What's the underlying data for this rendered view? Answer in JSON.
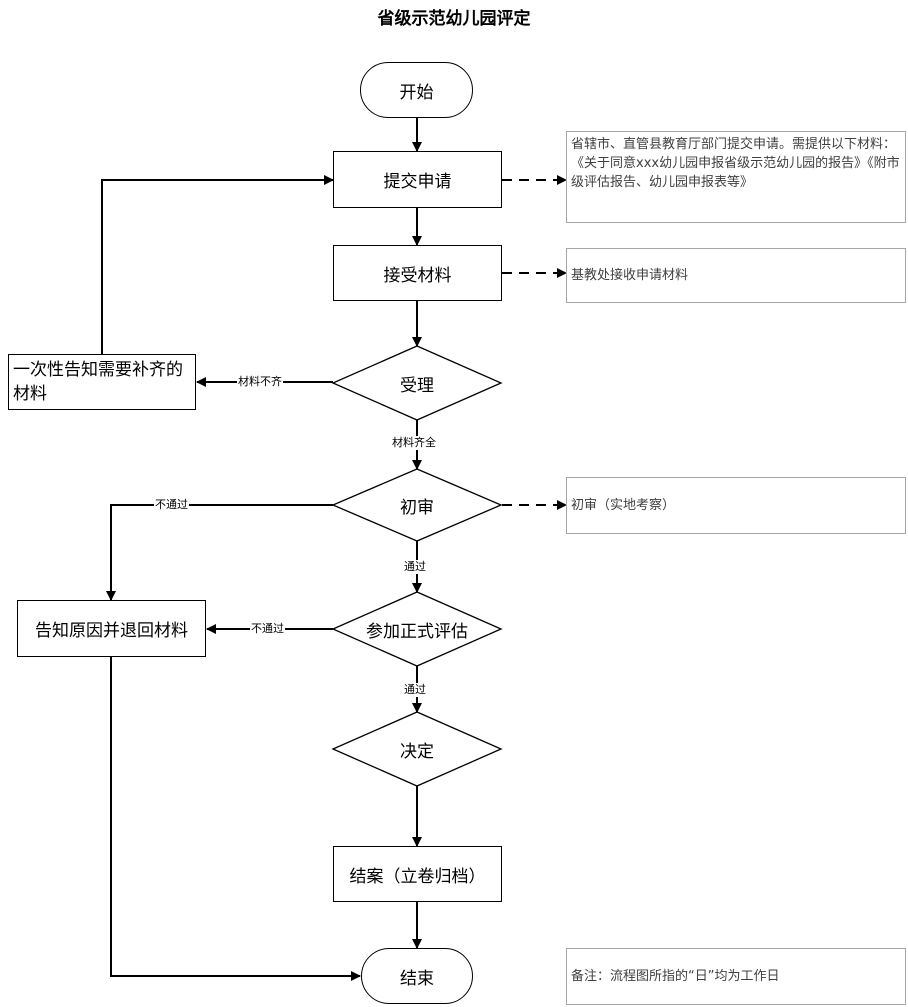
{
  "title": "省级示范幼儿园评定",
  "nodes": {
    "start": "开始",
    "submit": "提交申请",
    "receive": "接受材料",
    "accept": "受理",
    "notify_supplement": "一次性告知需要补齐的材料",
    "prelim": "初审",
    "notify_reason": "告知原因并退回材料",
    "formal_eval": "参加正式评估",
    "decide": "决定",
    "archive": "结案（立卷归档）",
    "end": "结束"
  },
  "notes": {
    "submit": "省辖市、直管县教育厅部门提交申请。需提供以下材料：《关于同意xxx幼儿园申报省级示范幼儿园的报告》《附市级评估报告、幼儿园申报表等》",
    "receive": "基教处接收申请材料",
    "prelim": "初审（实地考察）",
    "remark": "备注：流程图所指的“日”均为工作日"
  },
  "edge_labels": {
    "materials_incomplete": "材料不齐",
    "materials_complete": "材料齐全",
    "prelim_fail": "不通过",
    "prelim_pass": "通过",
    "eval_fail": "不通过",
    "eval_pass": "通过"
  }
}
